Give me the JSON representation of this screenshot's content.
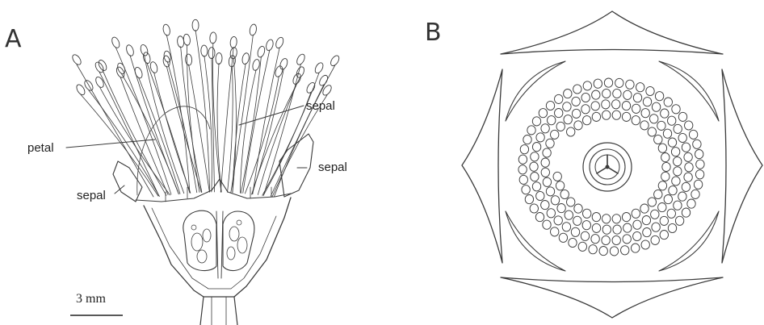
{
  "panel_a": {
    "letter": "A",
    "labels": {
      "sepal_top": "sepal",
      "petal": "petal",
      "sepal_right": "sepal",
      "sepal_left": "sepal"
    },
    "scale_bar": "3 mm"
  },
  "panel_b": {
    "letter": "B"
  }
}
